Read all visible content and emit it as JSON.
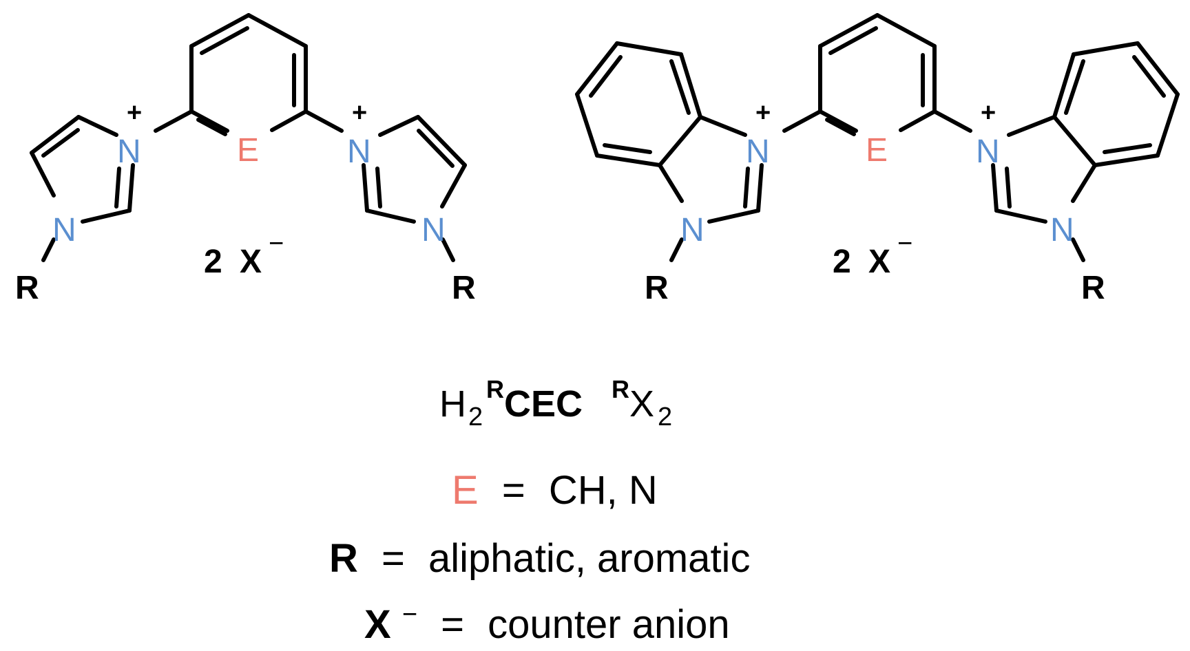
{
  "atoms": {
    "nitrogen": "N",
    "plus": "+",
    "element": "E",
    "substituent": "R"
  },
  "counterion": {
    "coefficient": "2",
    "symbol": "X",
    "minus": "−"
  },
  "formula": {
    "h": "H",
    "h_count": "2",
    "r_left": "R",
    "core": "CEC",
    "r_right": "R",
    "x": "X",
    "x_count": "2"
  },
  "legend": [
    {
      "key": "E",
      "equals": "=",
      "value": "CH, N"
    },
    {
      "key": "R",
      "equals": "=",
      "value": "aliphatic, aromatic"
    },
    {
      "key": "X",
      "key_sup": "−",
      "equals": "=",
      "value": "counter anion"
    }
  ],
  "colors": {
    "nitrogen": "#5b8fd0",
    "element": "#ee7a6e",
    "bonds": "#000000"
  }
}
